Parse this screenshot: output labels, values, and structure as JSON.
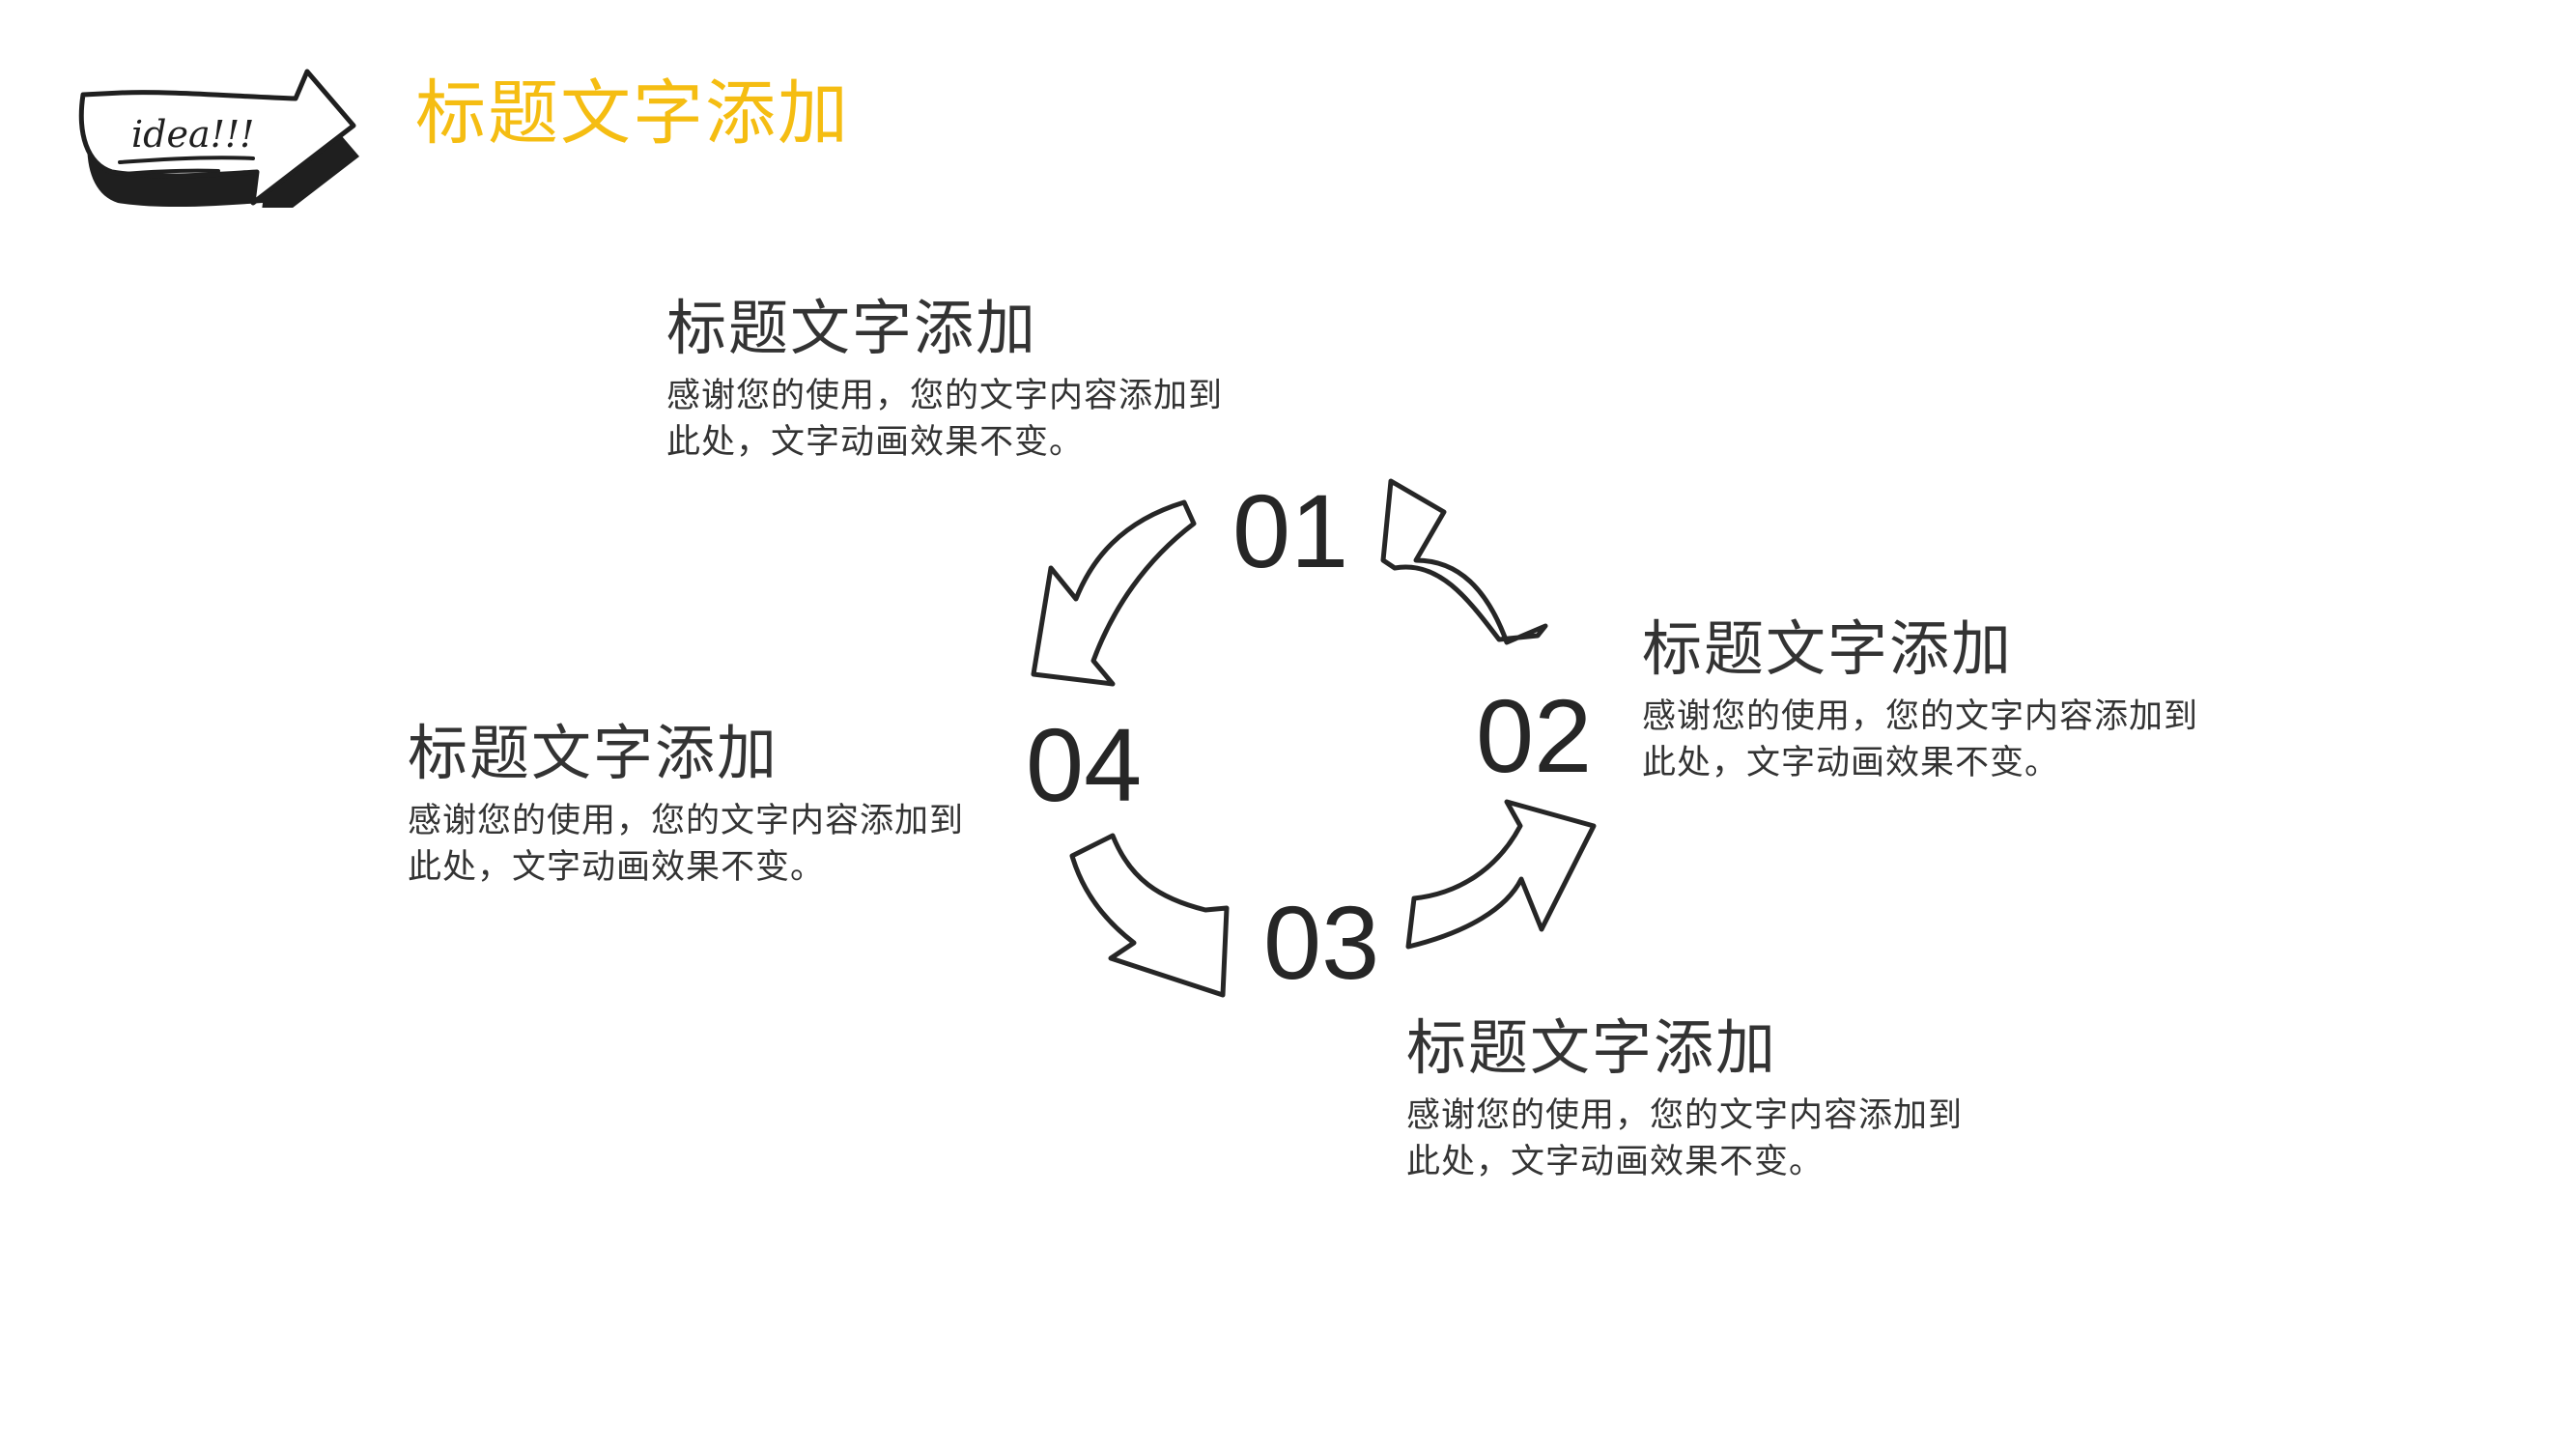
{
  "logo": {
    "text": "idea!!!"
  },
  "header": {
    "title": "标题文字添加"
  },
  "cycle": {
    "steps": [
      {
        "number": "01",
        "title": "标题文字添加",
        "desc": "感谢您的使用，您的文字内容添加到此处，文字动画效果不变。"
      },
      {
        "number": "02",
        "title": "标题文字添加",
        "desc": "感谢您的使用，您的文字内容添加到此处，文字动画效果不变。"
      },
      {
        "number": "03",
        "title": "标题文字添加",
        "desc": "感谢您的使用，您的文字内容添加到此处，文字动画效果不变。"
      },
      {
        "number": "04",
        "title": "标题文字添加",
        "desc": "感谢您的使用，您的文字内容添加到此处，文字动画效果不变。"
      }
    ]
  },
  "colors": {
    "accent": "#f5bd12",
    "text": "#333333",
    "outline": "#262626"
  }
}
